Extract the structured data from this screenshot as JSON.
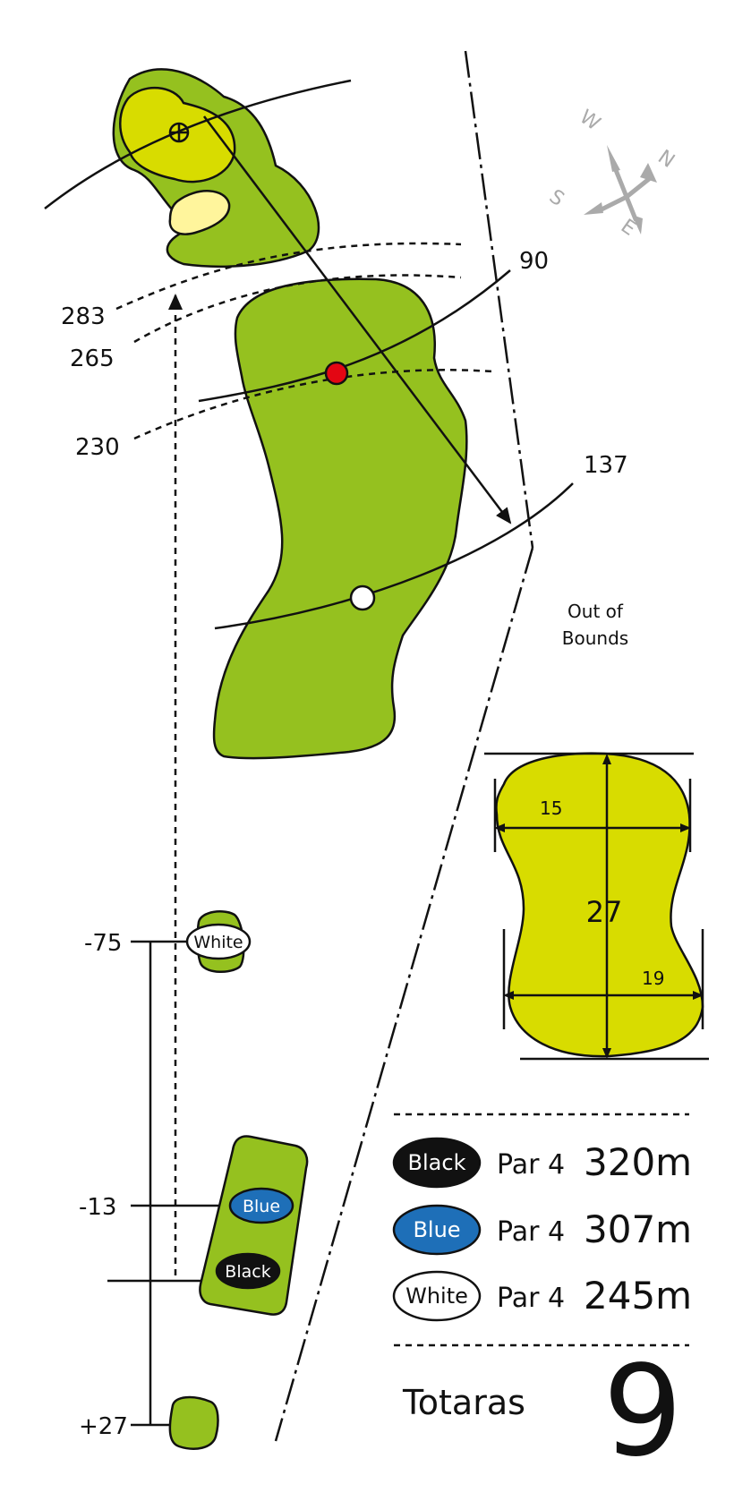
{
  "distance_markers": {
    "m283": "283",
    "m265": "265",
    "m230": "230",
    "m90": "90",
    "m137": "137"
  },
  "out_of_bounds": {
    "line1": "Out of",
    "line2": "Bounds"
  },
  "compass": {
    "w": "W",
    "n": "N",
    "s": "S",
    "e": "E"
  },
  "green_dims": {
    "front_width": "15",
    "length": "27",
    "back_width": "19"
  },
  "tee_offsets": {
    "white": "-75",
    "blue": "-13",
    "forward": "+27"
  },
  "tee_markers": {
    "white": "White",
    "blue": "Blue",
    "black": "Black"
  },
  "legend": [
    {
      "tee": "Black",
      "par": "Par 4",
      "distance": "320m",
      "color": "#111111"
    },
    {
      "tee": "Blue",
      "par": "Par 4",
      "distance": "307m",
      "color": "#1e6fb8"
    },
    {
      "tee": "White",
      "par": "Par 4",
      "distance": "245m",
      "color": "#ffffff"
    }
  ],
  "course_name": "Totaras",
  "hole_number": "9",
  "colors": {
    "fairway": "#95c11f",
    "green": "#d8dc00",
    "bunker": "#fff59c",
    "black_tee": "#111111",
    "blue_tee": "#1e6fb8",
    "white_tee": "#ffffff",
    "red_marker": "#e30613",
    "compass": "#aaaaaa"
  }
}
